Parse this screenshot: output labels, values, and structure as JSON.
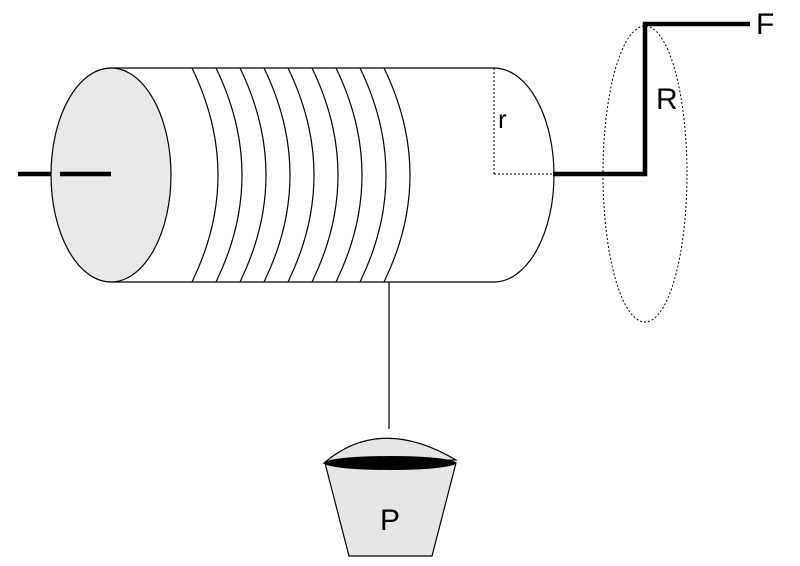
{
  "labels": {
    "force": "F",
    "crank_radius": "R",
    "drum_radius": "r",
    "load": "P"
  },
  "colors": {
    "line": "#000000",
    "end_face_fill": "#e8e8e8",
    "bucket_fill": "#e6e6e6",
    "background": "#ffffff"
  },
  "rope_turns": 9
}
